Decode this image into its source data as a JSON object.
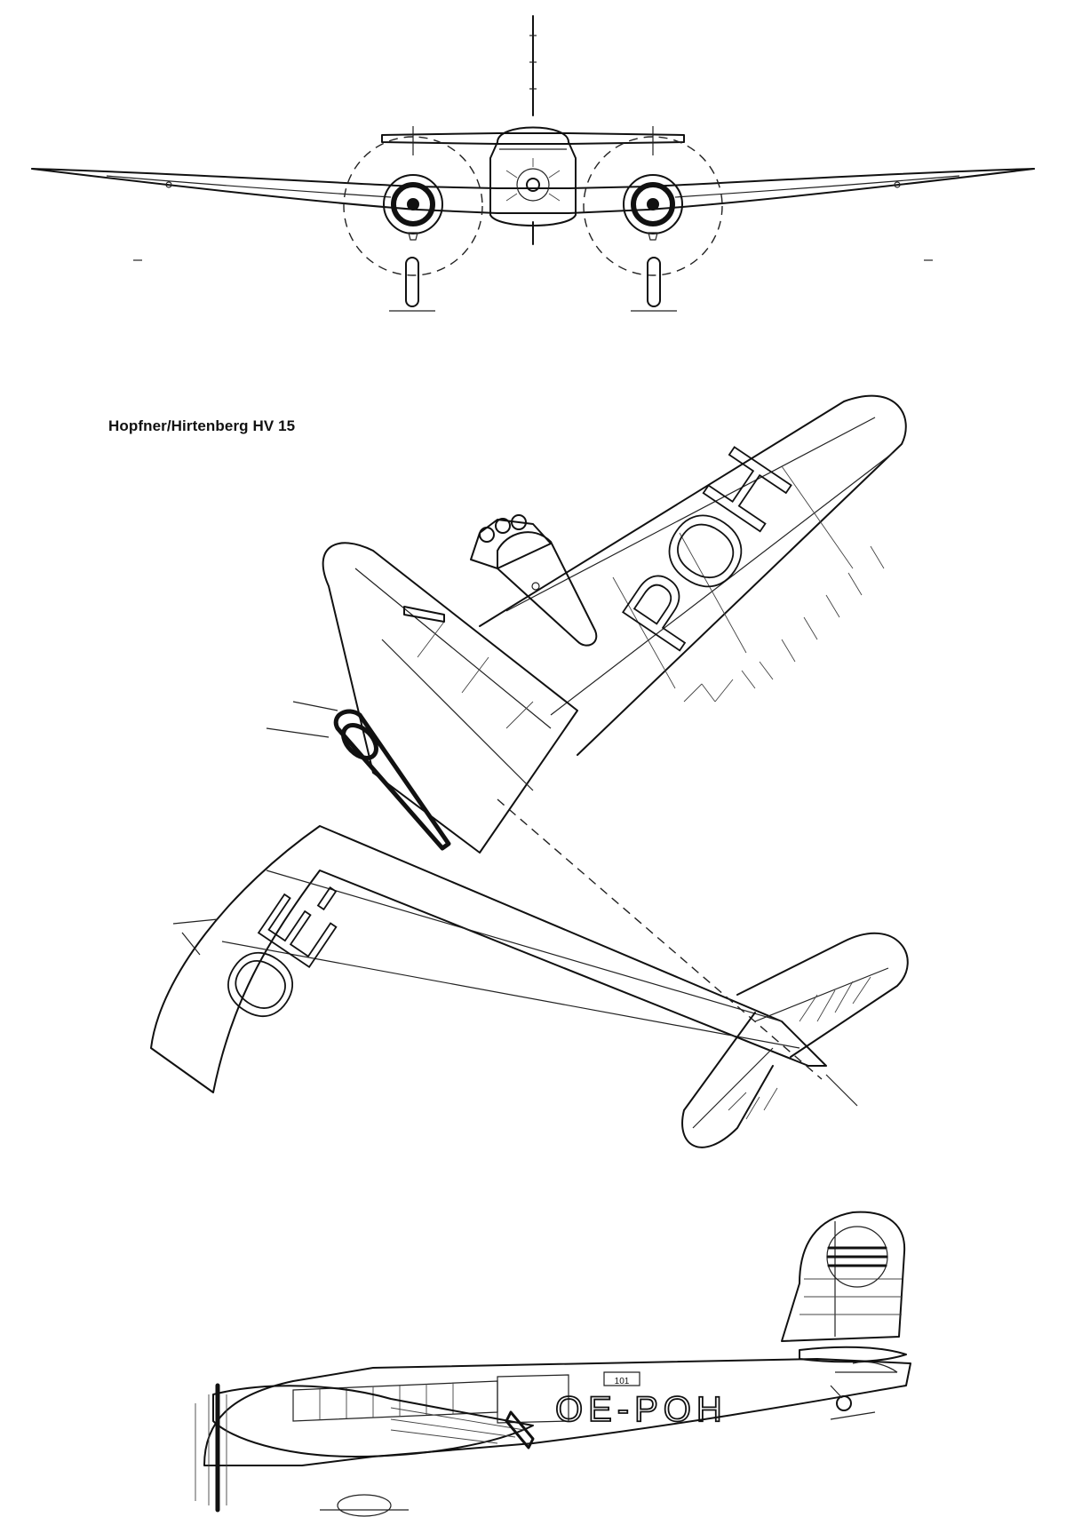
{
  "title": "Hopfner/Hirtenberg HV 15",
  "registration": {
    "wing_upper": "POH",
    "wing_lower": "OE-",
    "fuselage": "OE-POH",
    "cabin_marking": "101"
  },
  "views": [
    "front-view",
    "plan-view",
    "side-view"
  ],
  "colors": {
    "ink": "#111111",
    "paper": "#ffffff"
  }
}
